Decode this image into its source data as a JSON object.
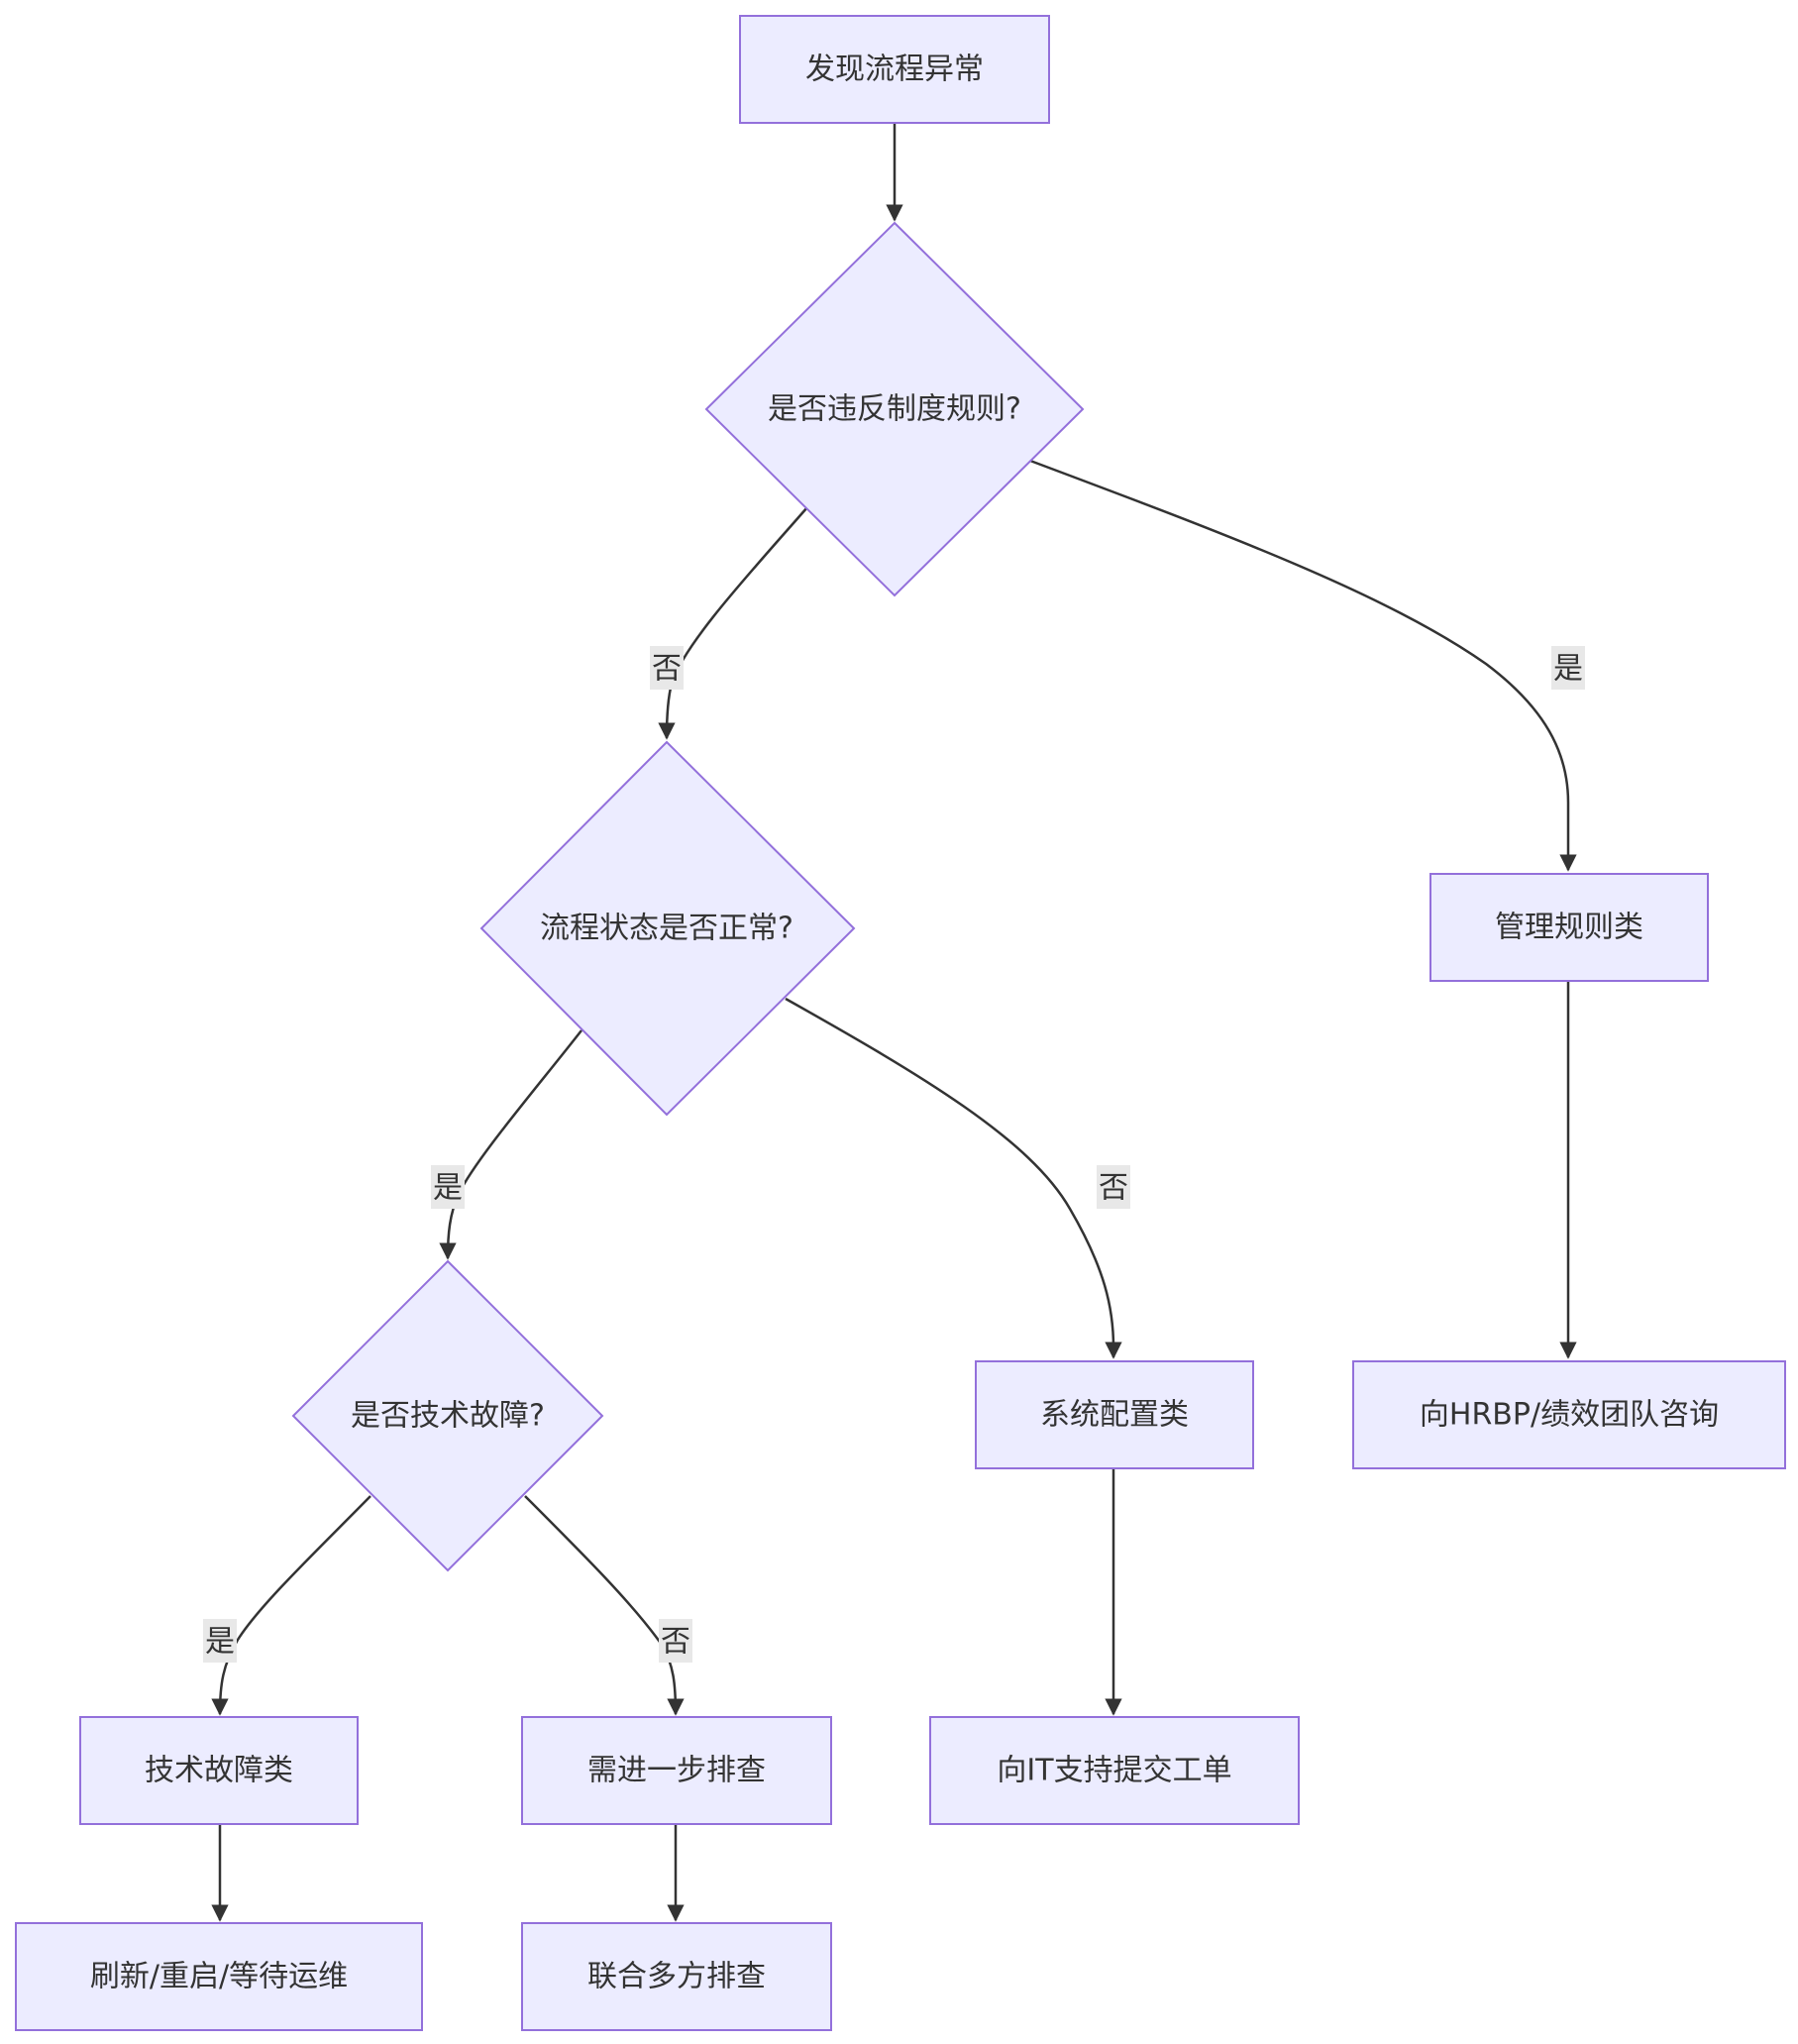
{
  "diagram": {
    "type": "flowchart",
    "colors": {
      "node_fill": "#ECECFF",
      "node_stroke": "#9370DB",
      "edge": "#333333",
      "label_bg": "#e8e8e8",
      "text": "#333333"
    },
    "nodes": {
      "start": "发现流程异常",
      "q_rule": "是否违反制度规则?",
      "q_status": "流程状态是否正常?",
      "q_tech": "是否技术故障?",
      "mgmt_rule": "管理规则类",
      "hrbp": "向HRBP/绩效团队咨询",
      "sys_config": "系统配置类",
      "it_ticket": "向IT支持提交工单",
      "tech_fault": "技术故障类",
      "refresh": "刷新/重启/等待运维",
      "investigate": "需进一步排查",
      "joint": "联合多方排查"
    },
    "edge_labels": {
      "rule_no": "否",
      "rule_yes": "是",
      "status_yes": "是",
      "status_no": "否",
      "tech_yes": "是",
      "tech_no": "否"
    }
  }
}
